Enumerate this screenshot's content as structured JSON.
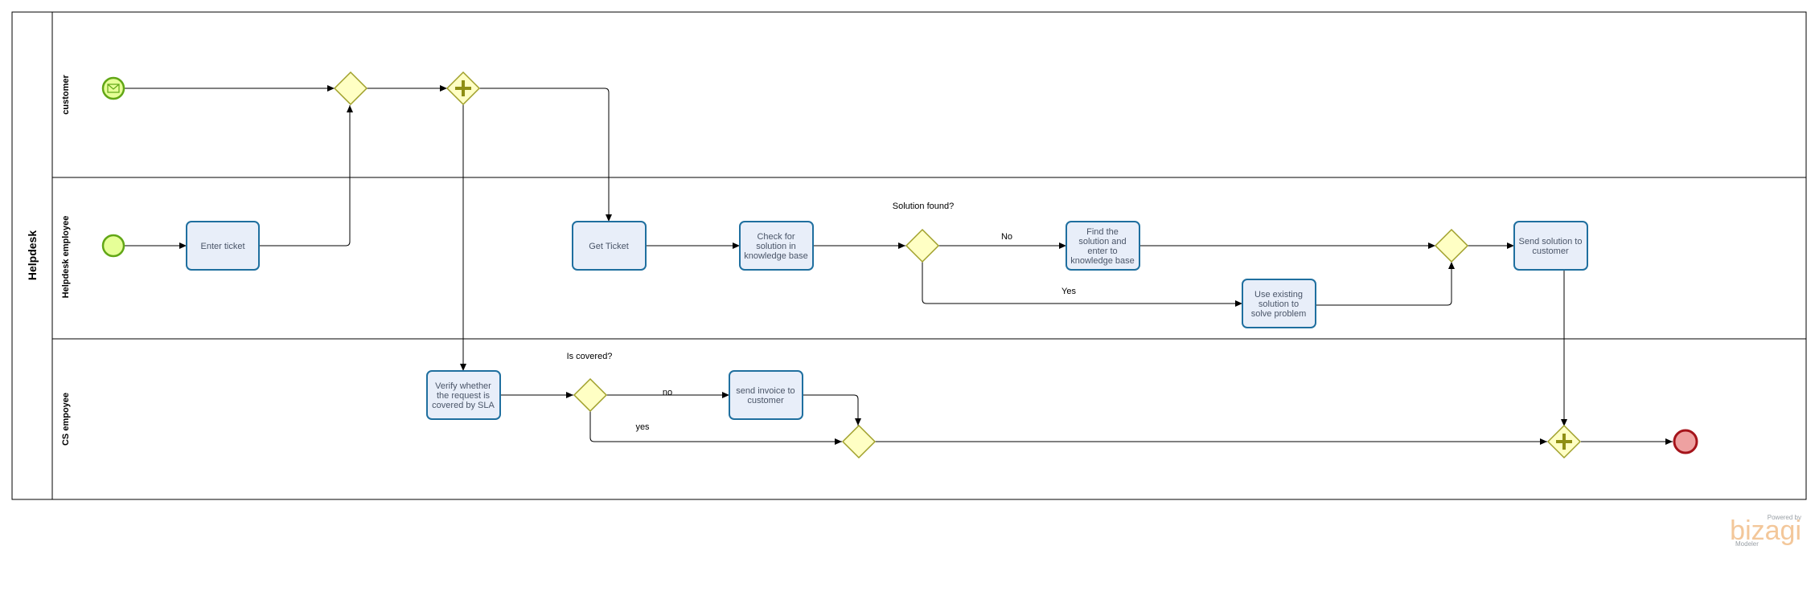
{
  "pool": {
    "name": "Helpdesk"
  },
  "lanes": [
    {
      "id": "customer",
      "name": "customer"
    },
    {
      "id": "helpdesk",
      "name": "Helpdesk employee"
    },
    {
      "id": "cs",
      "name": "CS empoyee"
    }
  ],
  "tasks": {
    "enter_ticket": [
      "Enter ticket"
    ],
    "get_ticket": [
      "Get Ticket"
    ],
    "check_kb": [
      "Check for",
      "solution in",
      "knowledge base"
    ],
    "find_solution": [
      "Find the",
      "solution and",
      "enter to",
      "knowledge base"
    ],
    "use_existing": [
      "Use existing",
      "solution to",
      "solve problem"
    ],
    "send_solution": [
      "Send solution to",
      "customer"
    ],
    "verify_sla": [
      "Verify whether",
      "the request is",
      "covered by SLA"
    ],
    "send_invoice": [
      "send invoice to",
      "customer"
    ]
  },
  "gateway_labels": {
    "solution_found": "Solution found?",
    "is_covered": "Is covered?"
  },
  "flow_labels": {
    "no_cap": "No",
    "yes_cap": "Yes",
    "no": "no",
    "yes": "yes"
  },
  "watermark": {
    "powered_by": "Powered by",
    "brand": "bizagi",
    "product": "Modeler"
  },
  "colors": {
    "task_fill": "#e8eef9",
    "task_stroke": "#1f6f9f",
    "gateway_fill": "#ffffc4",
    "gateway_stroke": "#a0a02a",
    "start_fill": "#e6ff97",
    "start_stroke": "#62a716",
    "end_fill": "#eea1a1",
    "end_stroke": "#a5141b"
  }
}
